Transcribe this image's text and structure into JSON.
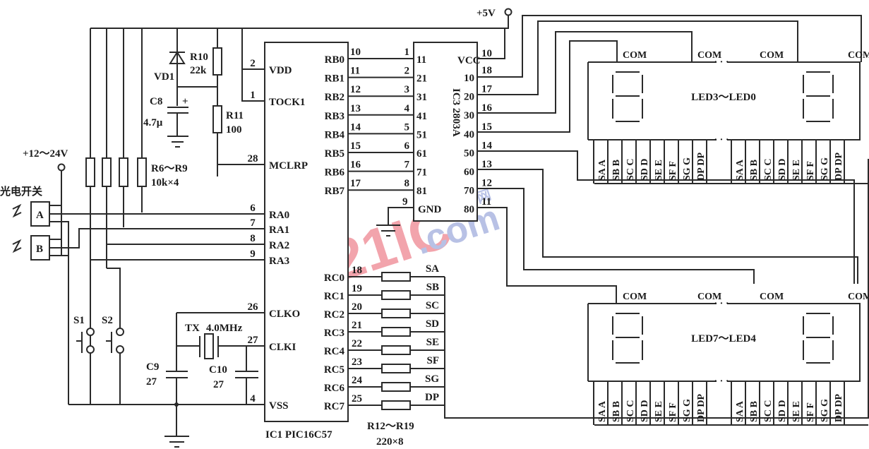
{
  "title": "PIC16C57 LED display circuit",
  "supply": {
    "vcc": "+5V",
    "input_supply": "+12～24V"
  },
  "photo_switch": {
    "label": "光电开关",
    "units": [
      "A",
      "B"
    ]
  },
  "resistors": {
    "r10": {
      "name": "R10",
      "value": "22k"
    },
    "r11": {
      "name": "R11",
      "value": "100"
    },
    "r6_r9": {
      "name": "R6～R9",
      "value": "10k×4"
    },
    "r12_r19": {
      "name": "R12～R19",
      "value": "220×8"
    }
  },
  "diode": {
    "name": "VD1"
  },
  "capacitors": {
    "c8": {
      "name": "C8",
      "value": "4.7μ",
      "polarity": "+"
    },
    "c9": {
      "name": "C9",
      "value": "27"
    },
    "c10": {
      "name": "C10",
      "value": "27"
    }
  },
  "crystal": {
    "name": "TX",
    "value": "4.0MHz"
  },
  "switches": [
    "S1",
    "S2"
  ],
  "ic1": {
    "name": "IC1 PIC16C57",
    "left_pins": [
      {
        "num": "2",
        "label": "VDD"
      },
      {
        "num": "1",
        "label": "TOCK1"
      },
      {
        "num": "28",
        "label": "MCLRP"
      },
      {
        "num": "6",
        "label": "RA0"
      },
      {
        "num": "7",
        "label": "RA1"
      },
      {
        "num": "8",
        "label": "RA2"
      },
      {
        "num": "9",
        "label": "RA3"
      },
      {
        "num": "26",
        "label": "CLKO"
      },
      {
        "num": "27",
        "label": "CLKI"
      },
      {
        "num": "4",
        "label": "VSS"
      }
    ],
    "rb_pins": [
      {
        "num": "10",
        "label": "RB0"
      },
      {
        "num": "11",
        "label": "RB1"
      },
      {
        "num": "12",
        "label": "RB2"
      },
      {
        "num": "13",
        "label": "RB3"
      },
      {
        "num": "14",
        "label": "RB4"
      },
      {
        "num": "15",
        "label": "RB5"
      },
      {
        "num": "16",
        "label": "RB6"
      },
      {
        "num": "17",
        "label": "RB7"
      }
    ],
    "rc_pins": [
      {
        "num": "18",
        "label": "RC0",
        "seg": "SA"
      },
      {
        "num": "19",
        "label": "RC1",
        "seg": "SB"
      },
      {
        "num": "20",
        "label": "RC2",
        "seg": "SC"
      },
      {
        "num": "21",
        "label": "RC3",
        "seg": "SD"
      },
      {
        "num": "22",
        "label": "RC4",
        "seg": "SE"
      },
      {
        "num": "23",
        "label": "RC5",
        "seg": "SF"
      },
      {
        "num": "24",
        "label": "RC6",
        "seg": "SG"
      },
      {
        "num": "25",
        "label": "RC7",
        "seg": "DP"
      }
    ]
  },
  "ic3": {
    "name": "IC3 2803A",
    "gnd_label": "GND",
    "gnd_pin": "9",
    "vcc_label": "VCC",
    "vcc_pin": "10",
    "left_pins": [
      {
        "num": "1",
        "label": "11"
      },
      {
        "num": "2",
        "label": "21"
      },
      {
        "num": "3",
        "label": "31"
      },
      {
        "num": "4",
        "label": "41"
      },
      {
        "num": "5",
        "label": "51"
      },
      {
        "num": "6",
        "label": "61"
      },
      {
        "num": "7",
        "label": "71"
      },
      {
        "num": "8",
        "label": "81"
      }
    ],
    "right_pins": [
      {
        "num": "18",
        "label": "10"
      },
      {
        "num": "17",
        "label": "20"
      },
      {
        "num": "16",
        "label": "30"
      },
      {
        "num": "15",
        "label": "40"
      },
      {
        "num": "14",
        "label": "50"
      },
      {
        "num": "13",
        "label": "60"
      },
      {
        "num": "12",
        "label": "70"
      },
      {
        "num": "11",
        "label": "80"
      }
    ]
  },
  "displays": [
    {
      "name": "LED3～LED0",
      "com_label": "COM",
      "ellipsis": "· · ·",
      "pins": [
        [
          "SA",
          "A"
        ],
        [
          "SB",
          "B"
        ],
        [
          "SC",
          "C"
        ],
        [
          "SD",
          "D"
        ],
        [
          "SE",
          "E"
        ],
        [
          "SF",
          "F"
        ],
        [
          "SG",
          "G"
        ],
        [
          "DP",
          "DP"
        ]
      ]
    },
    {
      "name": "LED7～LED4",
      "com_label": "COM",
      "ellipsis": "· · ·",
      "pins": [
        [
          "SA",
          "A"
        ],
        [
          "SB",
          "B"
        ],
        [
          "SC",
          "C"
        ],
        [
          "SD",
          "D"
        ],
        [
          "SE",
          "E"
        ],
        [
          "SF",
          "F"
        ],
        [
          "SG",
          "G"
        ],
        [
          "DP",
          "DP"
        ]
      ]
    }
  ],
  "watermark": {
    "main": "21IC",
    "sub": ".com",
    "cn": "中国电子网"
  }
}
